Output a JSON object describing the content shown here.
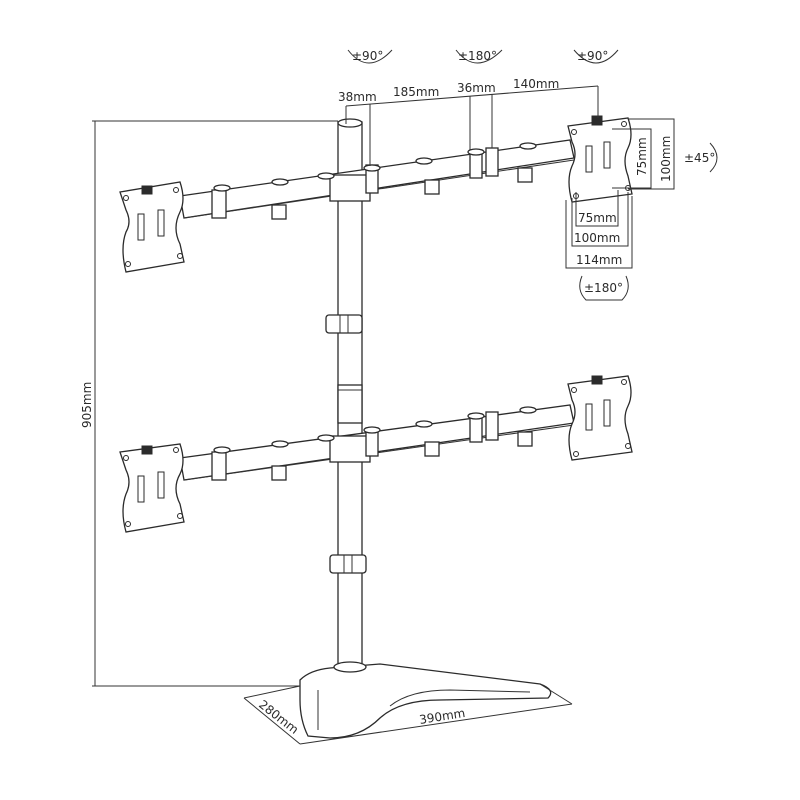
{
  "diagram": {
    "title": "Quad monitor desk stand dimension drawing",
    "colors": {
      "line": "#2b2b2b",
      "background": "#ffffff"
    },
    "arm_dimensions": {
      "segment_1": "38mm",
      "segment_2": "185mm",
      "segment_3": "36mm",
      "segment_4": "140mm"
    },
    "rotations": {
      "left_joint": "±90°",
      "middle_joint": "±180°",
      "right_joint": "±90°",
      "tilt": "±45°",
      "swivel": "±180°"
    },
    "vesa": {
      "vertical_inner": "75mm",
      "vertical_outer": "100mm",
      "horizontal_inner": "75mm",
      "horizontal_outer": "100mm",
      "plate_width": "114mm"
    },
    "overall": {
      "height": "905mm",
      "base_depth": "280mm",
      "base_width": "390mm"
    }
  }
}
